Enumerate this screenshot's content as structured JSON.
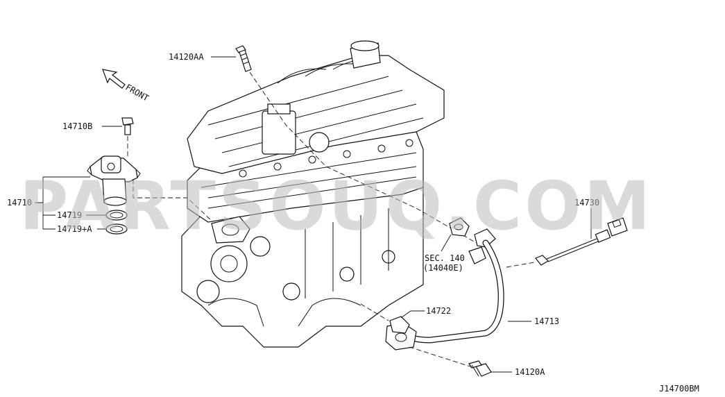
{
  "watermark": "PARTSOUQ.COM",
  "front_label": "FRONT",
  "diagram_code": "J14700BM",
  "parts": {
    "p14120AA": "14120AA",
    "p14710B": "14710B",
    "p14710": "14710",
    "p14719": "14719",
    "p14719A": "14719+A",
    "p14730": "14730",
    "sec": "SEC. 140",
    "sec_ref": "(14040E)",
    "p14722": "14722",
    "p14713": "14713",
    "p14120A": "14120A"
  }
}
